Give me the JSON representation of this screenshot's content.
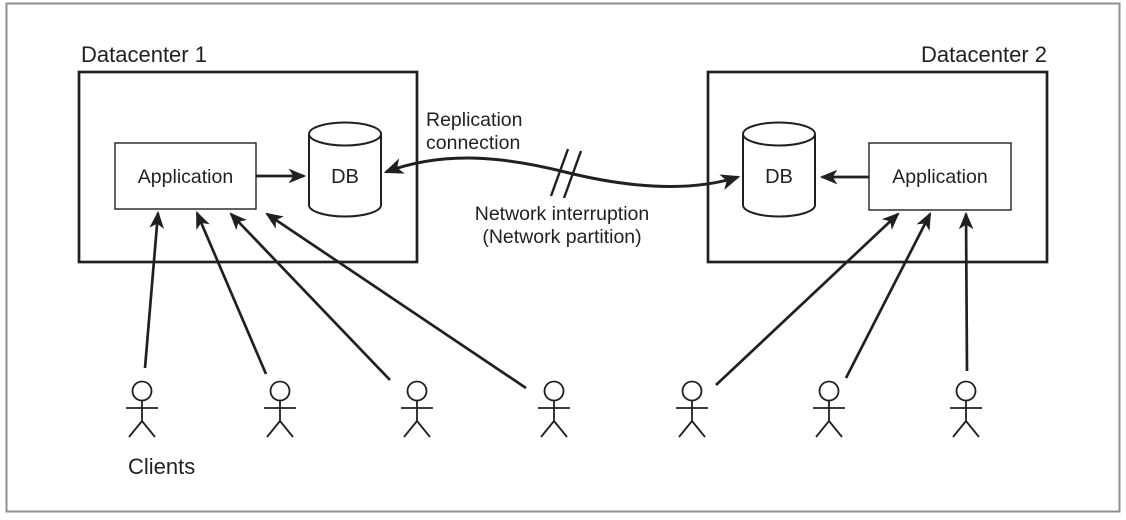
{
  "colors": {
    "ink": "#231f20",
    "frame": "#8f8f8f",
    "background": "#ffffff"
  },
  "datacenter1": {
    "label": "Datacenter 1",
    "application_label": "Application",
    "db_label": "DB"
  },
  "datacenter2": {
    "label": "Datacenter 2",
    "application_label": "Application",
    "db_label": "DB"
  },
  "replication": {
    "label_line1": "Replication",
    "label_line2": "connection"
  },
  "network_interruption": {
    "label_line1": "Network interruption",
    "label_line2": "(Network partition)"
  },
  "clients": {
    "label": "Clients",
    "icon": "client-person-icon",
    "datacenter1_count": 4,
    "datacenter2_count": 3
  }
}
